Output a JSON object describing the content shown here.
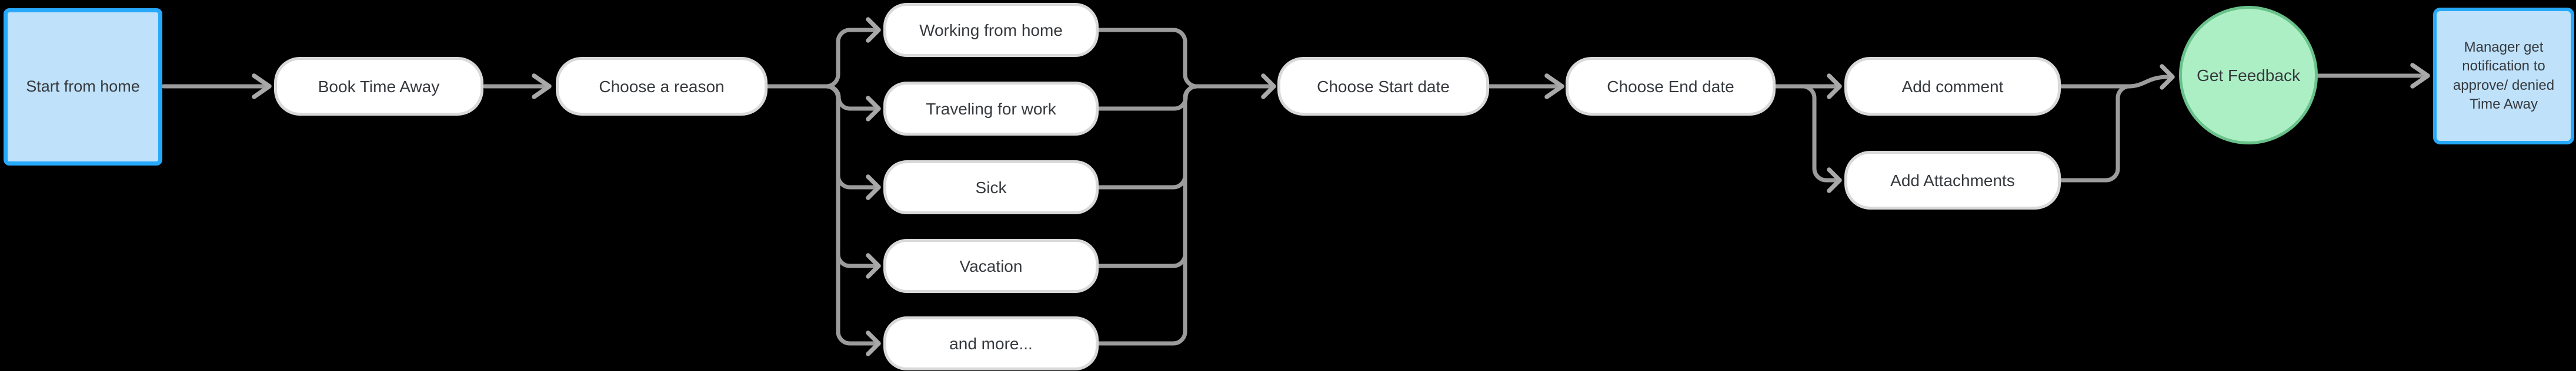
{
  "diagram": {
    "title": "Book Time Away flow",
    "background": "#000000",
    "colors": {
      "terminal_fill_blue": "#bfe1fa",
      "terminal_border_blue": "#27a9fb",
      "feedback_fill_green": "#acefc5",
      "feedback_border_green": "#69c28a",
      "pill_fill": "#ffffff",
      "pill_border": "#d9d9d9",
      "connector_gray": "#9c9c9c",
      "text": "#36393d"
    },
    "nodes": {
      "start": {
        "label": "Start from home",
        "type": "start-terminal"
      },
      "book_time_away": {
        "label": "Book Time Away",
        "type": "process"
      },
      "choose_reason": {
        "label": "Choose a reason",
        "type": "process"
      },
      "working_from_home": {
        "label": "Working from home",
        "type": "option"
      },
      "traveling_for_work": {
        "label": "Traveling for work",
        "type": "option"
      },
      "sick": {
        "label": "Sick",
        "type": "option"
      },
      "vacation": {
        "label": "Vacation",
        "type": "option"
      },
      "and_more": {
        "label": "and more...",
        "type": "option"
      },
      "choose_start_date": {
        "label": "Choose Start date",
        "type": "process"
      },
      "choose_end_date": {
        "label": "Choose End date",
        "type": "process"
      },
      "add_comment": {
        "label": "Add comment",
        "type": "process"
      },
      "add_attachments": {
        "label": "Add Attachments",
        "type": "process"
      },
      "get_feedback": {
        "label": "Get Feedback",
        "type": "decision-circle"
      },
      "manager": {
        "label": "Manager get notification to approve/ denied Time Away",
        "type": "end-terminal",
        "lines": [
          "Manager get",
          "notification to",
          "approve/ denied",
          "Time Away"
        ]
      }
    }
  }
}
